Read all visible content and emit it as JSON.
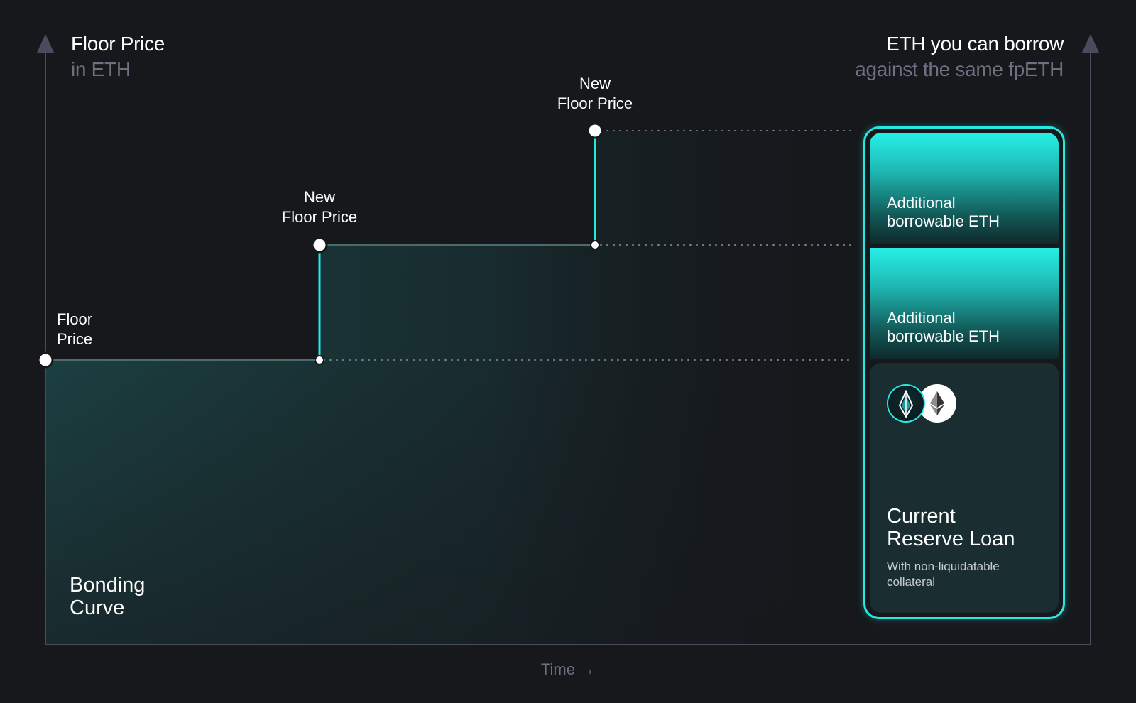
{
  "left_axis": {
    "title": "Floor Price",
    "subtitle": "in ETH"
  },
  "right_axis": {
    "title": "ETH you can borrow",
    "subtitle": "against the same fpETH"
  },
  "x_axis": {
    "label": "Time →"
  },
  "points": [
    {
      "label_line1": "Floor",
      "label_line2": "Price"
    },
    {
      "label_line1": "New",
      "label_line2": "Floor Price"
    },
    {
      "label_line1": "New",
      "label_line2": "Floor Price"
    }
  ],
  "area_label": {
    "line1": "Bonding",
    "line2": "Curve"
  },
  "panel": {
    "top_segment": {
      "line1": "Additional",
      "line2": "borrowable ETH"
    },
    "middle_segment": {
      "line1": "Additional",
      "line2": "borrowable ETH"
    },
    "bottom_segment": {
      "title_line1": "Current",
      "title_line2": "Reserve Loan",
      "subtitle_line1": "With non-liquidatable",
      "subtitle_line2": "collateral",
      "icons": [
        "fpeth-token-icon",
        "eth-token-icon"
      ]
    }
  },
  "colors": {
    "accent": "#27e8e0",
    "background": "#16181c",
    "muted_text": "#6d7081",
    "axis": "#4a4c5e"
  }
}
